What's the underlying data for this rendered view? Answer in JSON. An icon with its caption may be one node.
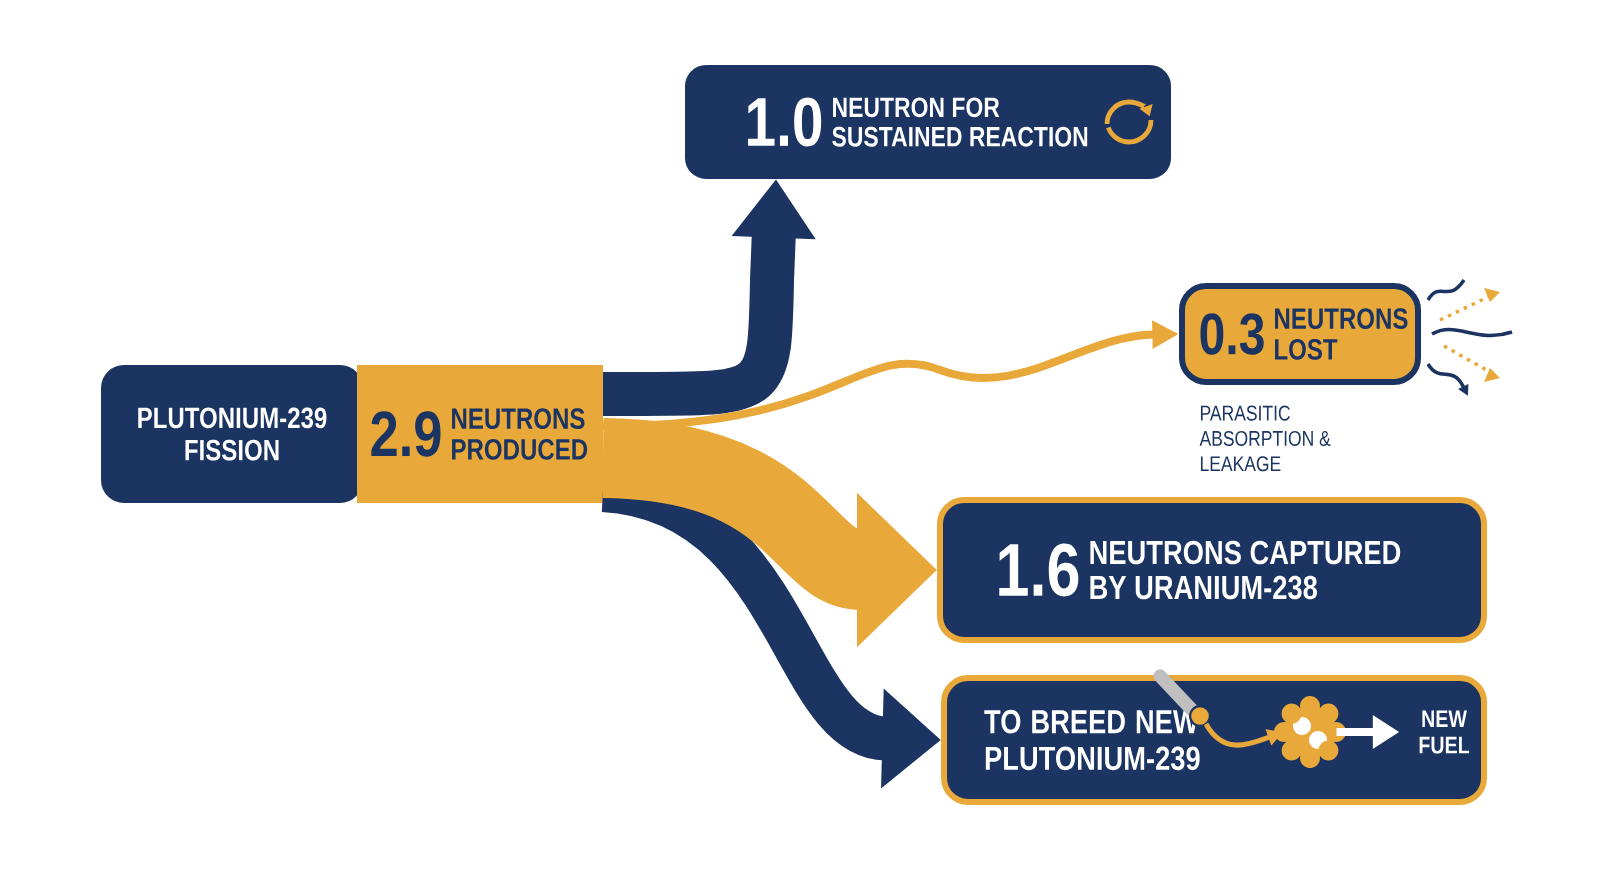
{
  "diagram": {
    "nodes": [
      {
        "text": [
          "PLUTONIUM-239 FISSION"
        ]
      },
      {
        "text": [
          "2.9",
          "NEUTRONS PRODUCED"
        ]
      },
      {
        "text": [
          "1.0",
          "NEUTRON FOR SUSTAINED REACTION"
        ]
      },
      {
        "text": [
          "0.3",
          "NEUTRONS LOST"
        ],
        "beside": [
          "PARASITIC ABSORPTION & LEAKAGE"
        ]
      },
      {
        "text": [
          "1.6",
          "NEUTRONS CAPTURED BY URANIUM-238"
        ]
      },
      {
        "text": [
          "TO BREED NEW PLUTONIUM-239"
        ]
      },
      {
        "text": [],
        "shape": "circle",
        "in": 5
      },
      {
        "text": [
          "NEW FUEL"
        ],
        "in": 5
      }
    ],
    "edges": [
      {
        "from": 1,
        "to": 2,
        "arrow": "to",
        "style": "thick",
        "color": "#1b3461"
      },
      {
        "from": 1,
        "to": 3,
        "arrow": "to",
        "color": "#e9a83a"
      },
      {
        "from": 1,
        "to": 5,
        "arrow": "to",
        "style": "thick",
        "color": "#1b3461"
      },
      {
        "from": 1,
        "to": 4,
        "arrow": "to",
        "style": "thick",
        "color": "#e9a83a"
      },
      {
        "from": null,
        "to": 6,
        "arrow": "to",
        "color": "#e9a83a"
      },
      {
        "from": 6,
        "to": 7,
        "arrow": "to",
        "color": "#ffffff"
      }
    ]
  }
}
